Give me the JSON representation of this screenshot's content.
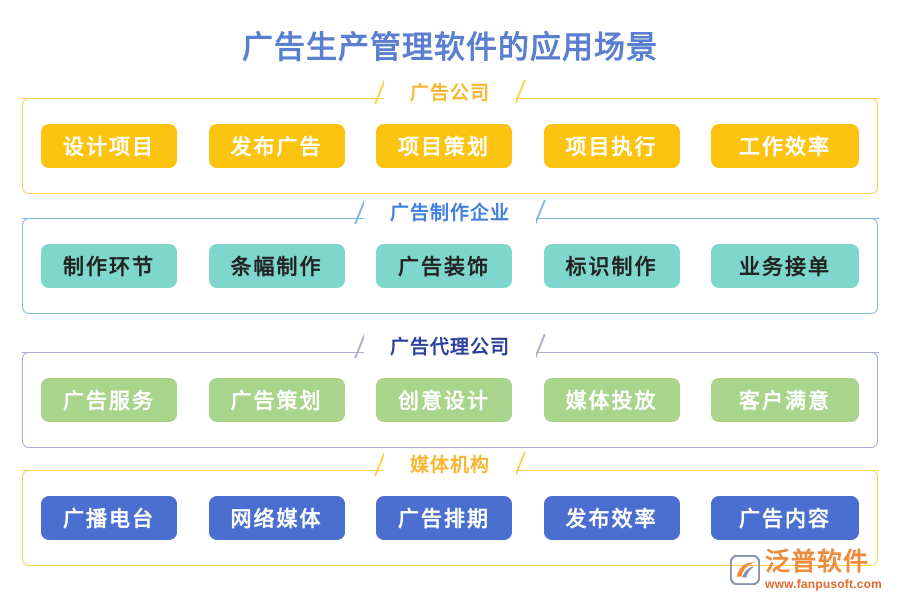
{
  "page": {
    "title": "广告生产管理软件的应用场景",
    "title_color": "#5b7fd0",
    "background": "#ffffff"
  },
  "sections": [
    {
      "id": "ad-company",
      "heading": "广告公司",
      "heading_color": "#f6b733",
      "border_color": "#fccf4d",
      "pill_color": "#fcc310",
      "pill_text_color": "#ffffff",
      "items": [
        {
          "label": "设计项目"
        },
        {
          "label": "发布广告"
        },
        {
          "label": "项目策划"
        },
        {
          "label": "项目执行"
        },
        {
          "label": "工作效率"
        }
      ]
    },
    {
      "id": "ad-production-enterprise",
      "heading": "广告制作企业",
      "heading_color": "#3f7fe0",
      "border_color": "#7fb8e0",
      "pill_color": "#7ed7cc",
      "pill_text_color": "#222222",
      "items": [
        {
          "label": "制作环节"
        },
        {
          "label": "条幅制作"
        },
        {
          "label": "广告装饰"
        },
        {
          "label": "标识制作"
        },
        {
          "label": "业务接单"
        }
      ]
    },
    {
      "id": "ad-agency",
      "heading": "广告代理公司",
      "heading_color": "#2c3f9e",
      "border_color": "#a9aed0",
      "pill_color": "#a8d48b",
      "pill_text_color": "#ffffff",
      "items": [
        {
          "label": "广告服务"
        },
        {
          "label": "广告策划"
        },
        {
          "label": "创意设计"
        },
        {
          "label": "媒体投放"
        },
        {
          "label": "客户满意"
        }
      ]
    },
    {
      "id": "media-organization",
      "heading": "媒体机构",
      "heading_color": "#f6b733",
      "border_color": "#fccf4d",
      "pill_color": "#4a6fd0",
      "pill_text_color": "#ffffff",
      "items": [
        {
          "label": "广播电台"
        },
        {
          "label": "网络媒体"
        },
        {
          "label": "广告排期"
        },
        {
          "label": "发布效率"
        },
        {
          "label": "广告内容"
        }
      ]
    }
  ],
  "logo": {
    "icon": "fanpu-swoosh-icon",
    "name": "泛普软件",
    "url": "www.fanpusoft.com",
    "name_color": "#f08a3c",
    "url_color": "#e06a2a"
  }
}
